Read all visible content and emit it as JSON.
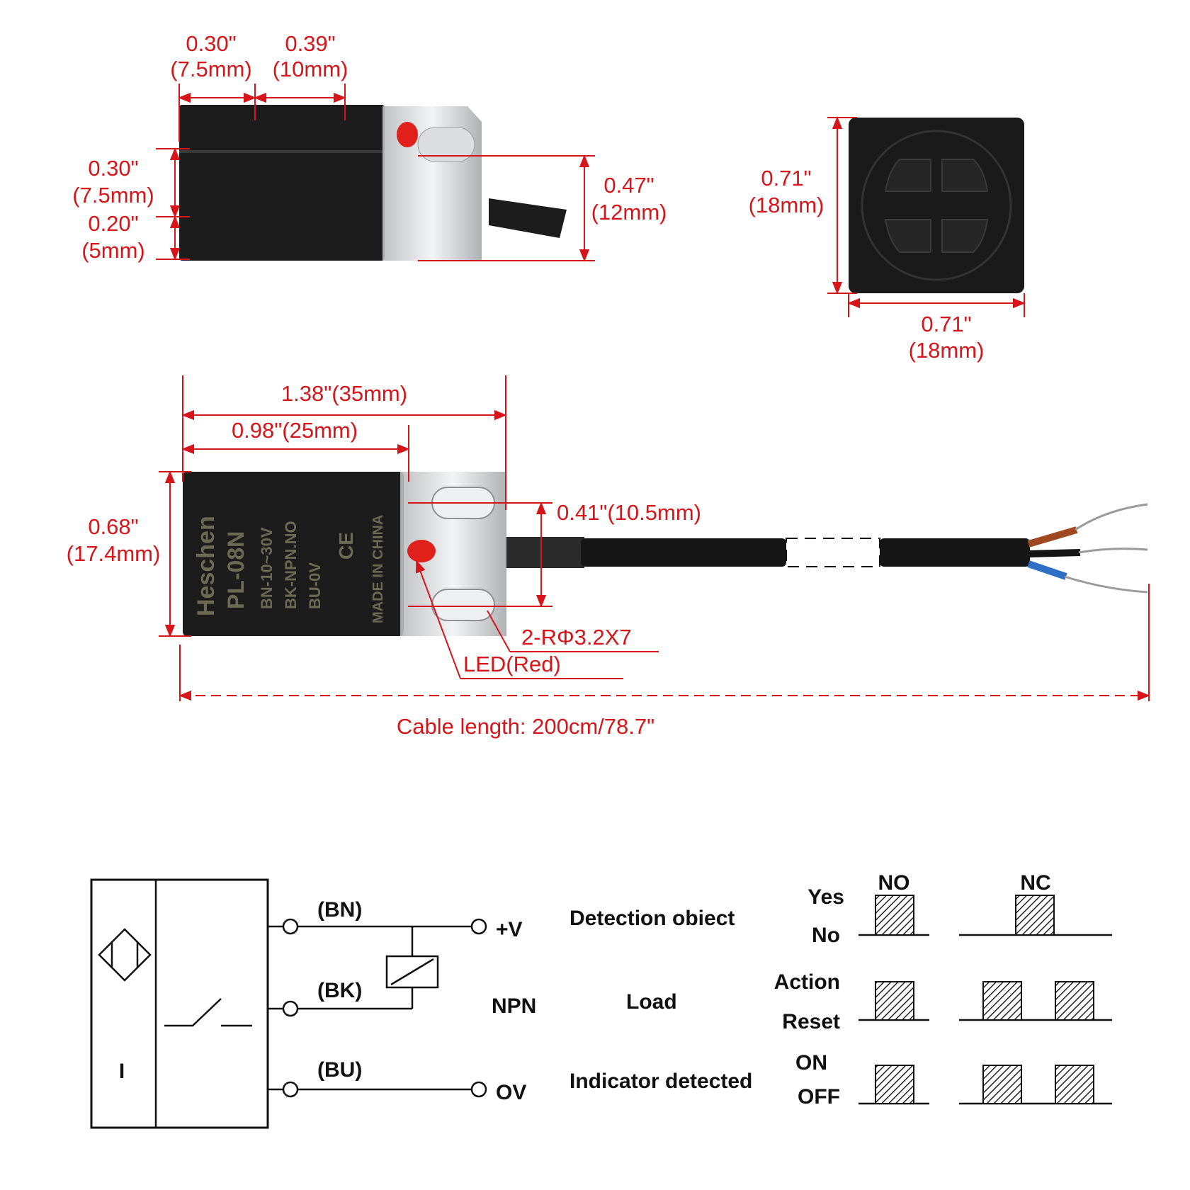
{
  "colors": {
    "dimension": "#d6151b",
    "body": "#1a1a1a",
    "bracket": "#d9dadc",
    "led": "#e0201a",
    "printed_text": "#6b6b55"
  },
  "top_view": {
    "width_a": "0.30\"",
    "width_a_mm": "(7.5mm)",
    "width_b": "0.39\"",
    "width_b_mm": "(10mm)",
    "height_a": "0.30\"",
    "height_a_mm": "(7.5mm)",
    "height_b": "0.20\"",
    "height_b_mm": "(5mm)",
    "bracket_h": "0.47\"",
    "bracket_h_mm": "(12mm)"
  },
  "front_view": {
    "height": "0.71\"",
    "height_mm": "(18mm)",
    "width": "0.71\"",
    "width_mm": "(18mm)"
  },
  "side_view": {
    "total_len": "1.38\"(35mm)",
    "body_len": "0.98\"(25mm)",
    "height": "0.68\"",
    "height_mm": "(17.4mm)",
    "slot_spacing": "0.41\"(10.5mm)",
    "holes": "2-RΦ3.2X7",
    "led": "LED(Red)",
    "cable": "Cable length: 200cm/78.7\"",
    "print_brand": "Heschen",
    "print_model": "PL-08N",
    "print_bn": "BN-10~30V",
    "print_bk": "BK-NPN.NO",
    "print_bu": "BU-0V",
    "print_ce": "CE",
    "print_origin": "MADE IN CHINA"
  },
  "wiring": {
    "bn": "(BN)",
    "bk": "(BK)",
    "bu": "(BU)",
    "plus_v": "+V",
    "zero_v": "OV",
    "npn": "NPN",
    "load": "Load",
    "sensor_symbol": "I"
  },
  "timing": {
    "no_header": "NO",
    "nc_header": "NC",
    "rows": [
      {
        "label": "Detection obiect",
        "high": "Yes",
        "low": "No"
      },
      {
        "label": "Load",
        "high": "Action",
        "low": "Reset"
      },
      {
        "label": "Indicator detected",
        "high": "ON",
        "low": "OFF"
      }
    ]
  }
}
